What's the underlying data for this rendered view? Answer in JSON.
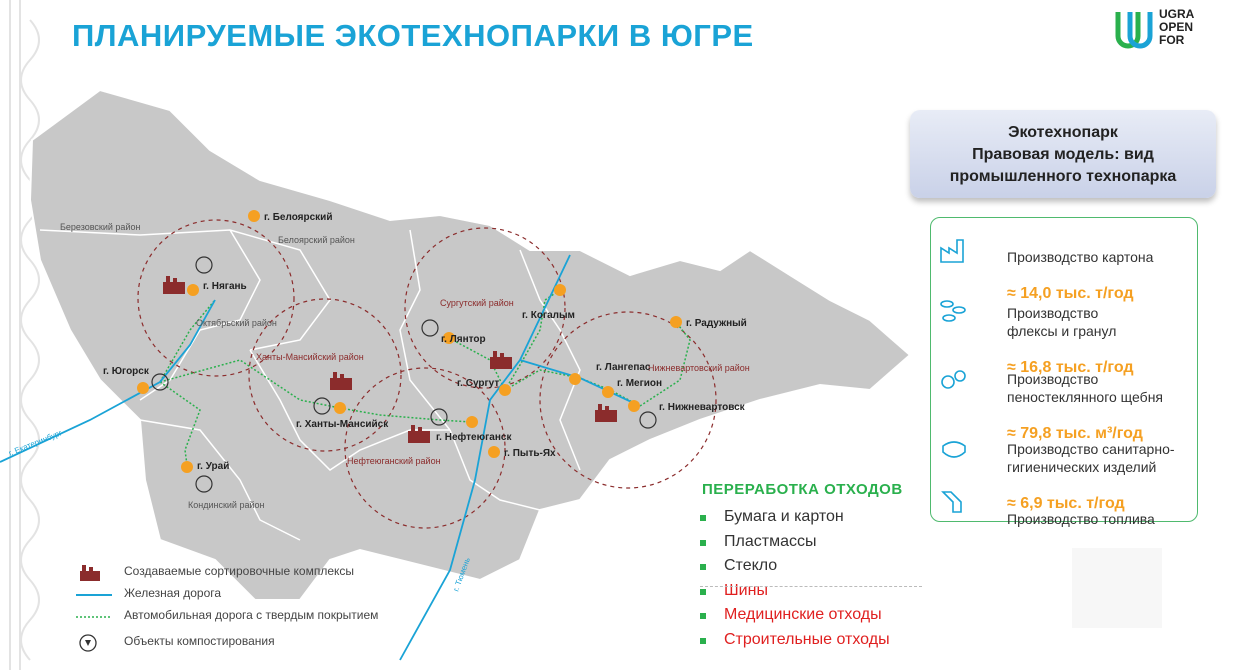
{
  "page_title": "ПЛАНИРУЕМЫЕ ЭКОТЕХНОПАРКИ В ЮГРЕ",
  "logo": {
    "lines": [
      "UGRA",
      "OPEN",
      "FOR"
    ],
    "colors": [
      "#2ab04d",
      "#1aa3d6"
    ]
  },
  "map": {
    "districts": [
      "Березовский район",
      "Белоярский район",
      "Октябрьский район",
      "Ханты-Мансийский район",
      "Сургутский район",
      "Нижневартовский район",
      "Нефтеюганский район",
      "Кондинский район"
    ],
    "cities": [
      "г. Белоярский",
      "г. Нягань",
      "г. Югорск",
      "г. Урай",
      "г. Ханты-Мансийск",
      "г. Лянтор",
      "г. Когалым",
      "г. Радужный",
      "г. Сургут",
      "г. Лангепас",
      "г. Мегион",
      "г. Нижневартовск",
      "г. Нефтеюганск",
      "г. Пыть-Ях"
    ],
    "rail_labels": [
      "г. Екатеринбург",
      "г. Тюмень"
    ]
  },
  "legend": [
    {
      "label": "Создаваемые сортировочные комплексы",
      "icon": "factory-icon"
    },
    {
      "label": "Железная дорога",
      "icon": "railway-line"
    },
    {
      "label": "Автомобильная дорога с твердым покрытием",
      "icon": "road-line"
    },
    {
      "label": "Объекты компостирования",
      "icon": "compost-icon"
    }
  ],
  "info": {
    "header_lines": [
      "Экотехнопарк",
      "Правовая модель: вид",
      "промышленного технопарка"
    ],
    "items": [
      {
        "icon": "factory-outline-icon",
        "label": "Производство картона",
        "value": "≈ 14,0 тыс. т/год"
      },
      {
        "icon": "flakes-icon",
        "label": "Производство\nфлексы и гранул",
        "value": "≈ 16,8 тыс. т/год"
      },
      {
        "icon": "stones-icon",
        "label": "Производство\nпеностеклянного щебня",
        "value": "≈ 79,8 тыс. м³/год"
      },
      {
        "icon": "mask-icon",
        "label": "Производство санитарно-\nгигиенических изделий",
        "value": "≈ 6,9 тыс. т/год"
      },
      {
        "icon": "fuel-nozzle-icon",
        "label": "Производство топлива",
        "value": ""
      }
    ]
  },
  "waste": {
    "title": "ПЕРЕРАБОТКА ОТХОДОВ",
    "items": [
      {
        "label": "Бумага и картон",
        "color": "#333333"
      },
      {
        "label": "Пластмассы",
        "color": "#333333"
      },
      {
        "label": "Стекло",
        "color": "#333333"
      },
      {
        "label": "Шины",
        "color": "#e02020"
      },
      {
        "label": "Медицинские отходы",
        "color": "#e02020"
      },
      {
        "label": "Строительные отходы",
        "color": "#e02020"
      }
    ]
  },
  "colors": {
    "title": "#1aa3d6",
    "city_dot": "#f5a022",
    "rail": "#1aa3d6",
    "road": "#2ab04d",
    "factory": "#8b2c2c",
    "circle": "#8b2c2c",
    "map_fill": "#c8c8c8"
  }
}
